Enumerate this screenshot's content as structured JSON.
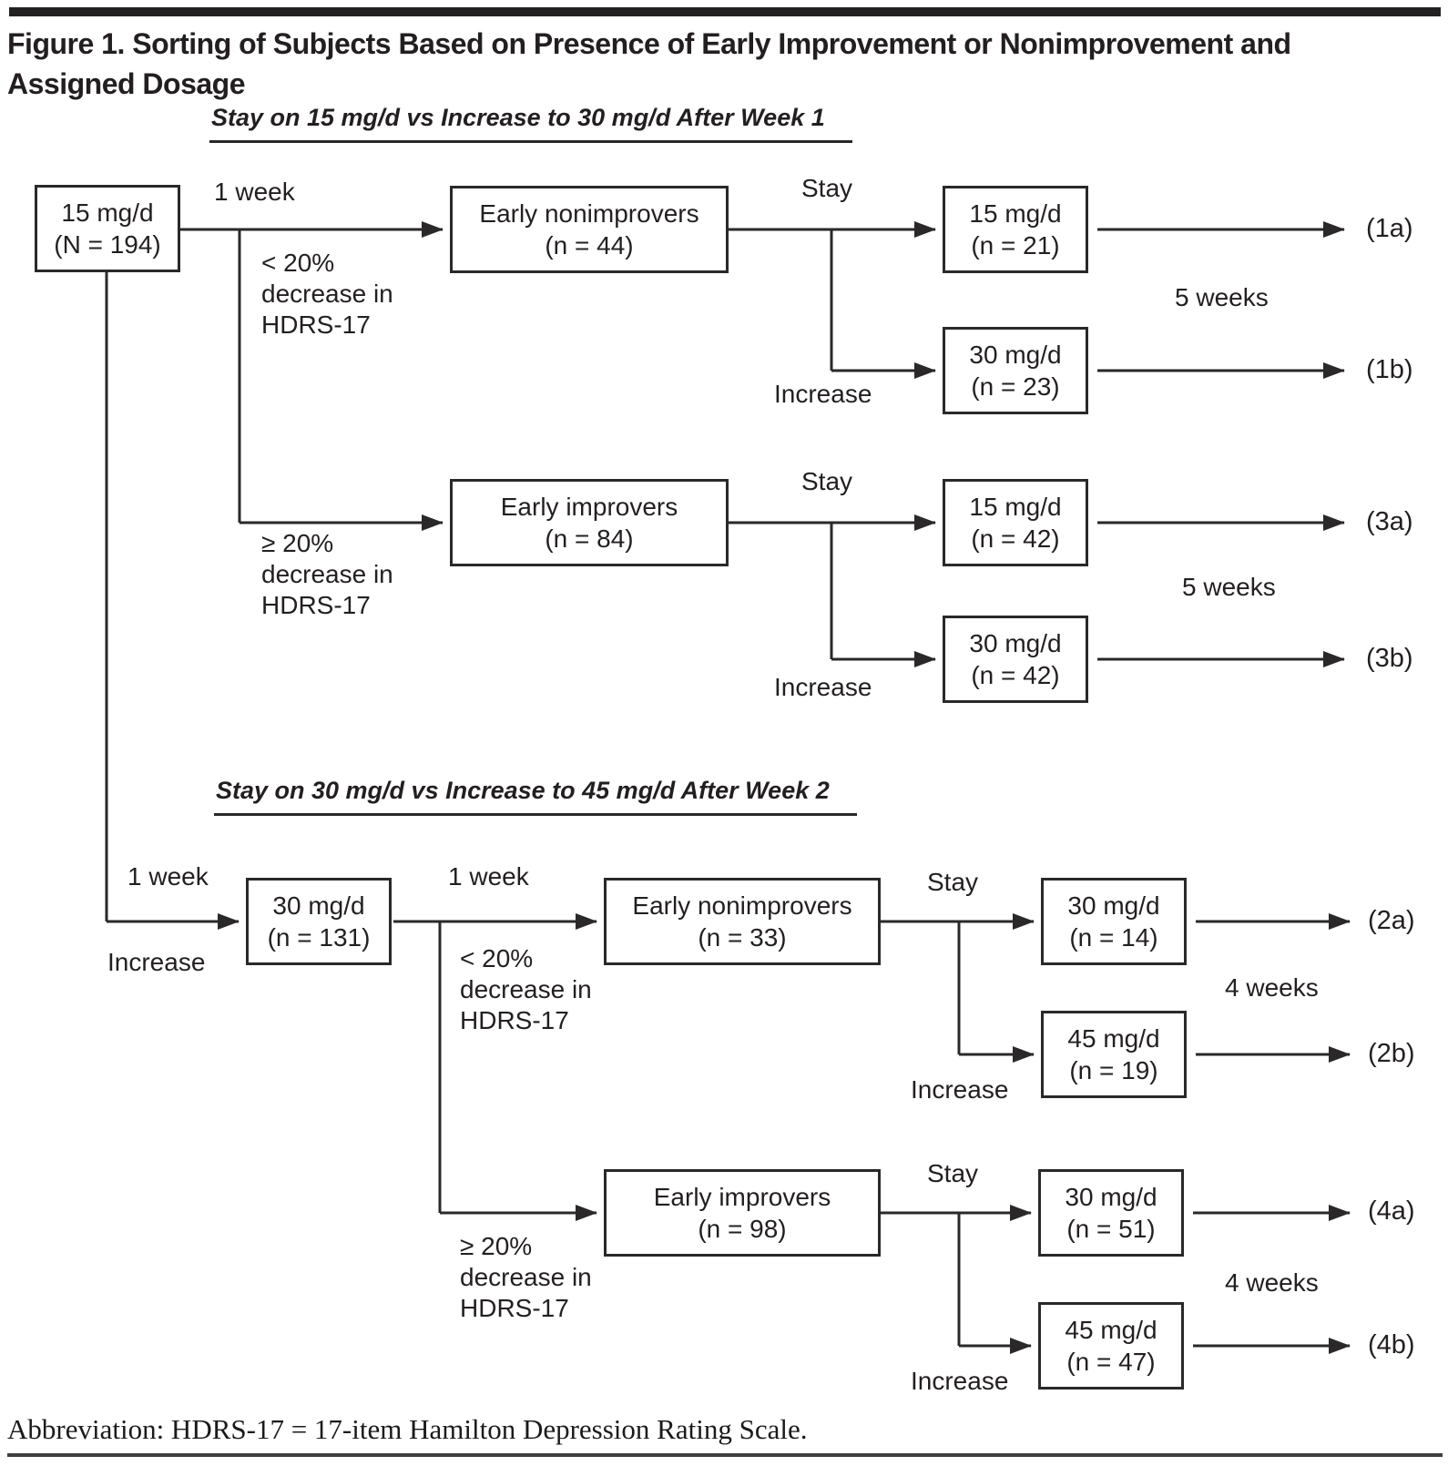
{
  "title": {
    "line1": "Figure 1. Sorting of Subjects Based on Presence of Early Improvement or Nonimprovement and",
    "line2": "Assigned Dosage"
  },
  "section1": {
    "header": "Stay on 15 mg/d vs Increase to 30 mg/d After Week 1",
    "start_box": {
      "line1": "15 mg/d",
      "line2": "(N = 194)"
    },
    "week_label": "1 week",
    "criteria_nonimprove": {
      "line1": "< 20%",
      "line2": "decrease in",
      "line3": "HDRS-17"
    },
    "criteria_improve": {
      "line1": "≥ 20%",
      "line2": "decrease in",
      "line3": "HDRS-17"
    },
    "nonimprovers_box": {
      "line1": "Early nonimprovers",
      "line2": "(n = 44)"
    },
    "improvers_box": {
      "line1": "Early improvers",
      "line2": "(n = 84)"
    },
    "nonimprovers_branch": {
      "stay_label": "Stay",
      "increase_label": "Increase",
      "stay_box": {
        "line1": "15 mg/d",
        "line2": "(n = 21)"
      },
      "increase_box": {
        "line1": "30 mg/d",
        "line2": "(n = 23)"
      },
      "duration": "5 weeks",
      "stay_outcome": "(1a)",
      "increase_outcome": "(1b)"
    },
    "improvers_branch": {
      "stay_label": "Stay",
      "increase_label": "Increase",
      "stay_box": {
        "line1": "15 mg/d",
        "line2": "(n = 42)"
      },
      "increase_box": {
        "line1": "30 mg/d",
        "line2": "(n = 42)"
      },
      "duration": "5 weeks",
      "stay_outcome": "(3a)",
      "increase_outcome": "(3b)"
    }
  },
  "section2": {
    "header": "Stay on 30 mg/d vs Increase to 45 mg/d After Week 2",
    "entry": {
      "week_label": "1 week",
      "increase_label": "Increase"
    },
    "start_box": {
      "line1": "30 mg/d",
      "line2": "(n = 131)"
    },
    "week_label": "1 week",
    "criteria_nonimprove": {
      "line1": "< 20%",
      "line2": "decrease in",
      "line3": "HDRS-17"
    },
    "criteria_improve": {
      "line1": "≥ 20%",
      "line2": "decrease in",
      "line3": "HDRS-17"
    },
    "nonimprovers_box": {
      "line1": "Early nonimprovers",
      "line2": "(n = 33)"
    },
    "improvers_box": {
      "line1": "Early improvers",
      "line2": "(n = 98)"
    },
    "nonimprovers_branch": {
      "stay_label": "Stay",
      "increase_label": "Increase",
      "stay_box": {
        "line1": "30 mg/d",
        "line2": "(n = 14)"
      },
      "increase_box": {
        "line1": "45 mg/d",
        "line2": "(n = 19)"
      },
      "duration": "4 weeks",
      "stay_outcome": "(2a)",
      "increase_outcome": "(2b)"
    },
    "improvers_branch": {
      "stay_label": "Stay",
      "increase_label": "Increase",
      "stay_box": {
        "line1": "30 mg/d",
        "line2": "(n = 51)"
      },
      "increase_box": {
        "line1": "45 mg/d",
        "line2": "(n = 47)"
      },
      "duration": "4 weeks",
      "stay_outcome": "(4a)",
      "increase_outcome": "(4b)"
    }
  },
  "footer": "Abbreviation: HDRS-17 = 17-item Hamilton Depression Rating Scale."
}
